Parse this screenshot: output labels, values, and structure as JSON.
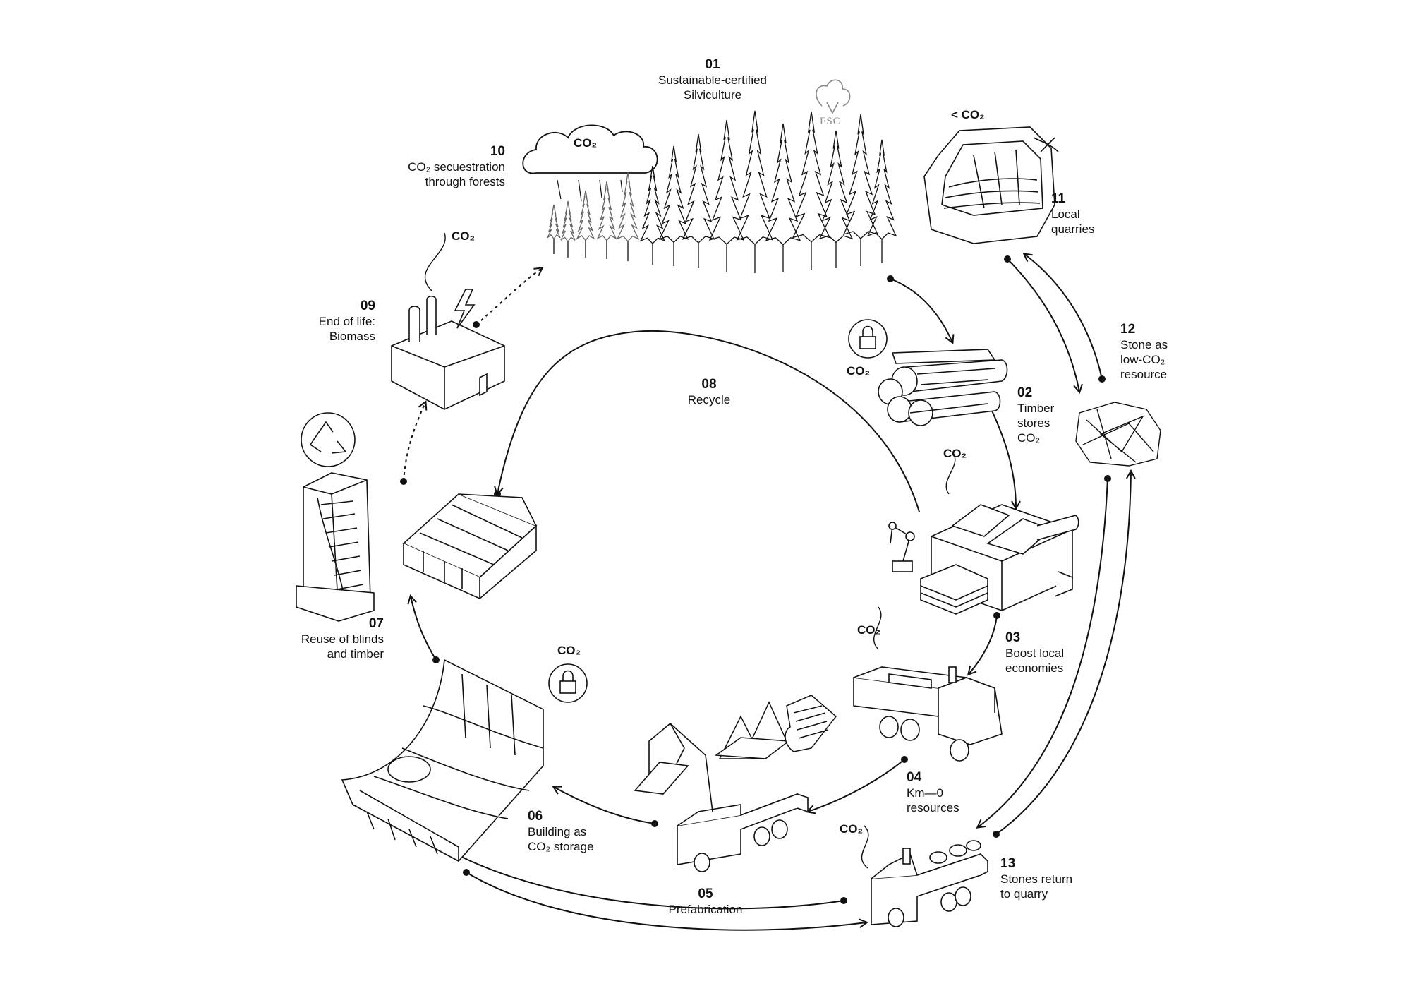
{
  "steps": [
    {
      "num": "01",
      "lines": [
        "Sustainable-certified",
        "Silviculture"
      ]
    },
    {
      "num": "02",
      "lines": [
        "Timber",
        "stores",
        "CO₂"
      ]
    },
    {
      "num": "03",
      "lines": [
        "Boost local",
        "economies"
      ]
    },
    {
      "num": "04",
      "lines": [
        "Km—0",
        "resources"
      ]
    },
    {
      "num": "05",
      "lines": [
        "Prefabrication"
      ]
    },
    {
      "num": "06",
      "lines": [
        "Building as",
        "CO₂ storage"
      ]
    },
    {
      "num": "07",
      "lines": [
        "Reuse of blinds",
        "and timber"
      ]
    },
    {
      "num": "08",
      "lines": [
        "Recycle"
      ]
    },
    {
      "num": "09",
      "lines": [
        "End of life:",
        "Biomass"
      ]
    },
    {
      "num": "10",
      "lines": [
        "CO₂ secuestration",
        "through forests"
      ]
    },
    {
      "num": "11",
      "lines": [
        "Local",
        "quarries"
      ]
    },
    {
      "num": "12",
      "lines": [
        "Stone as",
        "low-CO₂",
        "resource"
      ]
    },
    {
      "num": "13",
      "lines": [
        "Stones return",
        "to quarry"
      ]
    }
  ],
  "co2_tags": {
    "cloud": "CO₂",
    "biomass": "CO₂",
    "quarry": "< CO₂",
    "timber": "CO₂",
    "sawmill": "CO₂",
    "truck": "CO₂",
    "building": "CO₂",
    "stone_truck": "CO₂"
  },
  "fsc_logo_text": "FSC",
  "icons": [
    "cloud-icon",
    "forest-icon",
    "fsc-logo-icon",
    "quarry-icon",
    "pickaxe-icon",
    "stone-icon",
    "logs-icon",
    "lock-icon",
    "sawmill-icon",
    "robot-arm-icon",
    "truck-icon",
    "crane-truck-icon",
    "stone-truck-icon",
    "building-icon",
    "greenhouse-icon",
    "recycle-icon",
    "blinds-facade-icon",
    "factory-icon",
    "lightning-icon"
  ],
  "colors": {
    "ink": "#111111",
    "soft": "#8a8a8a",
    "background": "#ffffff"
  }
}
